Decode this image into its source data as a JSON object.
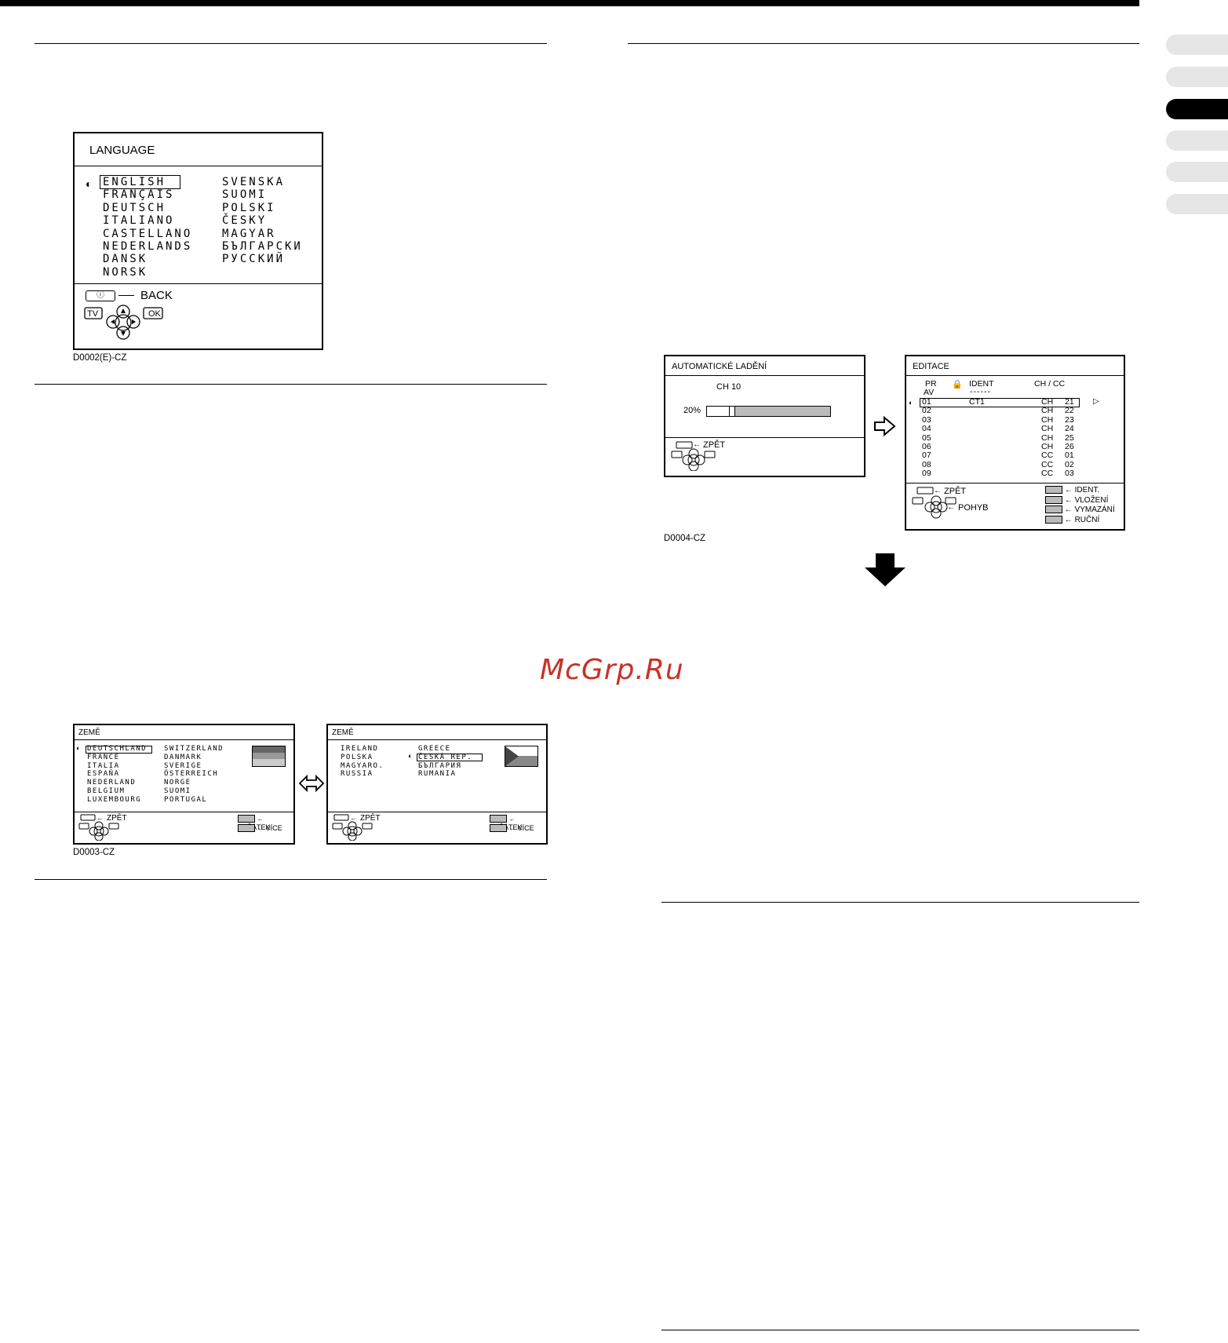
{
  "watermark": "McGrp.Ru",
  "language_screen": {
    "title": "LANGUAGE",
    "col1": [
      "ENGLISH",
      "FRANÇAIS",
      "DEUTSCH",
      "ITALIANO",
      "CASTELLANO",
      "NEDERLANDS",
      "DANSK",
      "NORSK"
    ],
    "col2": [
      "SVENSKA",
      "SUOMI",
      "POLSKI",
      "ČESKY",
      "MAGYAR",
      "БЪЛГАРСКИ",
      "РУССКИЙ"
    ],
    "info_key": "ⓘ",
    "back_label": "BACK",
    "tv_label": "TV",
    "ok_label": "OK",
    "caption": "D0002(E)-CZ"
  },
  "country_screen_1": {
    "title": "ZEMĚ",
    "col1": [
      "DEUTSCHLAND",
      "FRANCE",
      "ITALIA",
      "ESPAÑA",
      "NEDERLAND",
      "BELGIUM",
      "LUXEMBOURG"
    ],
    "col2": [
      "SWITZERLAND",
      "DANMARK",
      "SVERIGE",
      "ÖSTERREICH",
      "NORGE",
      "SUOMI",
      "PORTUGAL"
    ],
    "back_label": "ZPĚT",
    "btn_start": "ZAČÁTEK",
    "btn_more": "VÍCE",
    "caption": "D0003-CZ"
  },
  "country_screen_2": {
    "title": "ZEMĚ",
    "col1": [
      "IRELAND",
      "POLSKA",
      "MAGYARO.",
      "RUSSIA"
    ],
    "col2": [
      "GREECE",
      "ČESKÁ REP.",
      "БЪЛГАРИЯ",
      "RUMANIA"
    ],
    "back_label": "ZPĚT",
    "btn_start": "ZAČÁTEK",
    "btn_more": "VÍCE"
  },
  "auto_tuning_screen": {
    "title": "AUTOMATICKÉ LADĚNÍ",
    "channel": "CH 10",
    "progress_label": "20%",
    "progress": 0.2,
    "back_label": "ZPĚT"
  },
  "edit_screen": {
    "title": "EDITACE",
    "col_pr": "PR",
    "col_av": "AV",
    "col_ident": "IDENT",
    "col_ident_dash": "------",
    "col_chcc": "CH / CC",
    "rows": [
      {
        "pr": "01",
        "ident": "CT1",
        "type": "CH",
        "num": "21"
      },
      {
        "pr": "02",
        "ident": "",
        "type": "CH",
        "num": "22"
      },
      {
        "pr": "03",
        "ident": "",
        "type": "CH",
        "num": "23"
      },
      {
        "pr": "04",
        "ident": "",
        "type": "CH",
        "num": "24"
      },
      {
        "pr": "05",
        "ident": "",
        "type": "CH",
        "num": "25"
      },
      {
        "pr": "06",
        "ident": "",
        "type": "CH",
        "num": "26"
      },
      {
        "pr": "07",
        "ident": "",
        "type": "CC",
        "num": "01"
      },
      {
        "pr": "08",
        "ident": "",
        "type": "CC",
        "num": "02"
      },
      {
        "pr": "09",
        "ident": "",
        "type": "CC",
        "num": "03"
      }
    ],
    "back_label": "ZPĚT",
    "move_label": "POHYB",
    "buttons": [
      "IDENT.",
      "VLOŽENÍ",
      "VYMAZÁNÍ",
      "RUČNÍ"
    ],
    "caption": "D0004-CZ"
  }
}
